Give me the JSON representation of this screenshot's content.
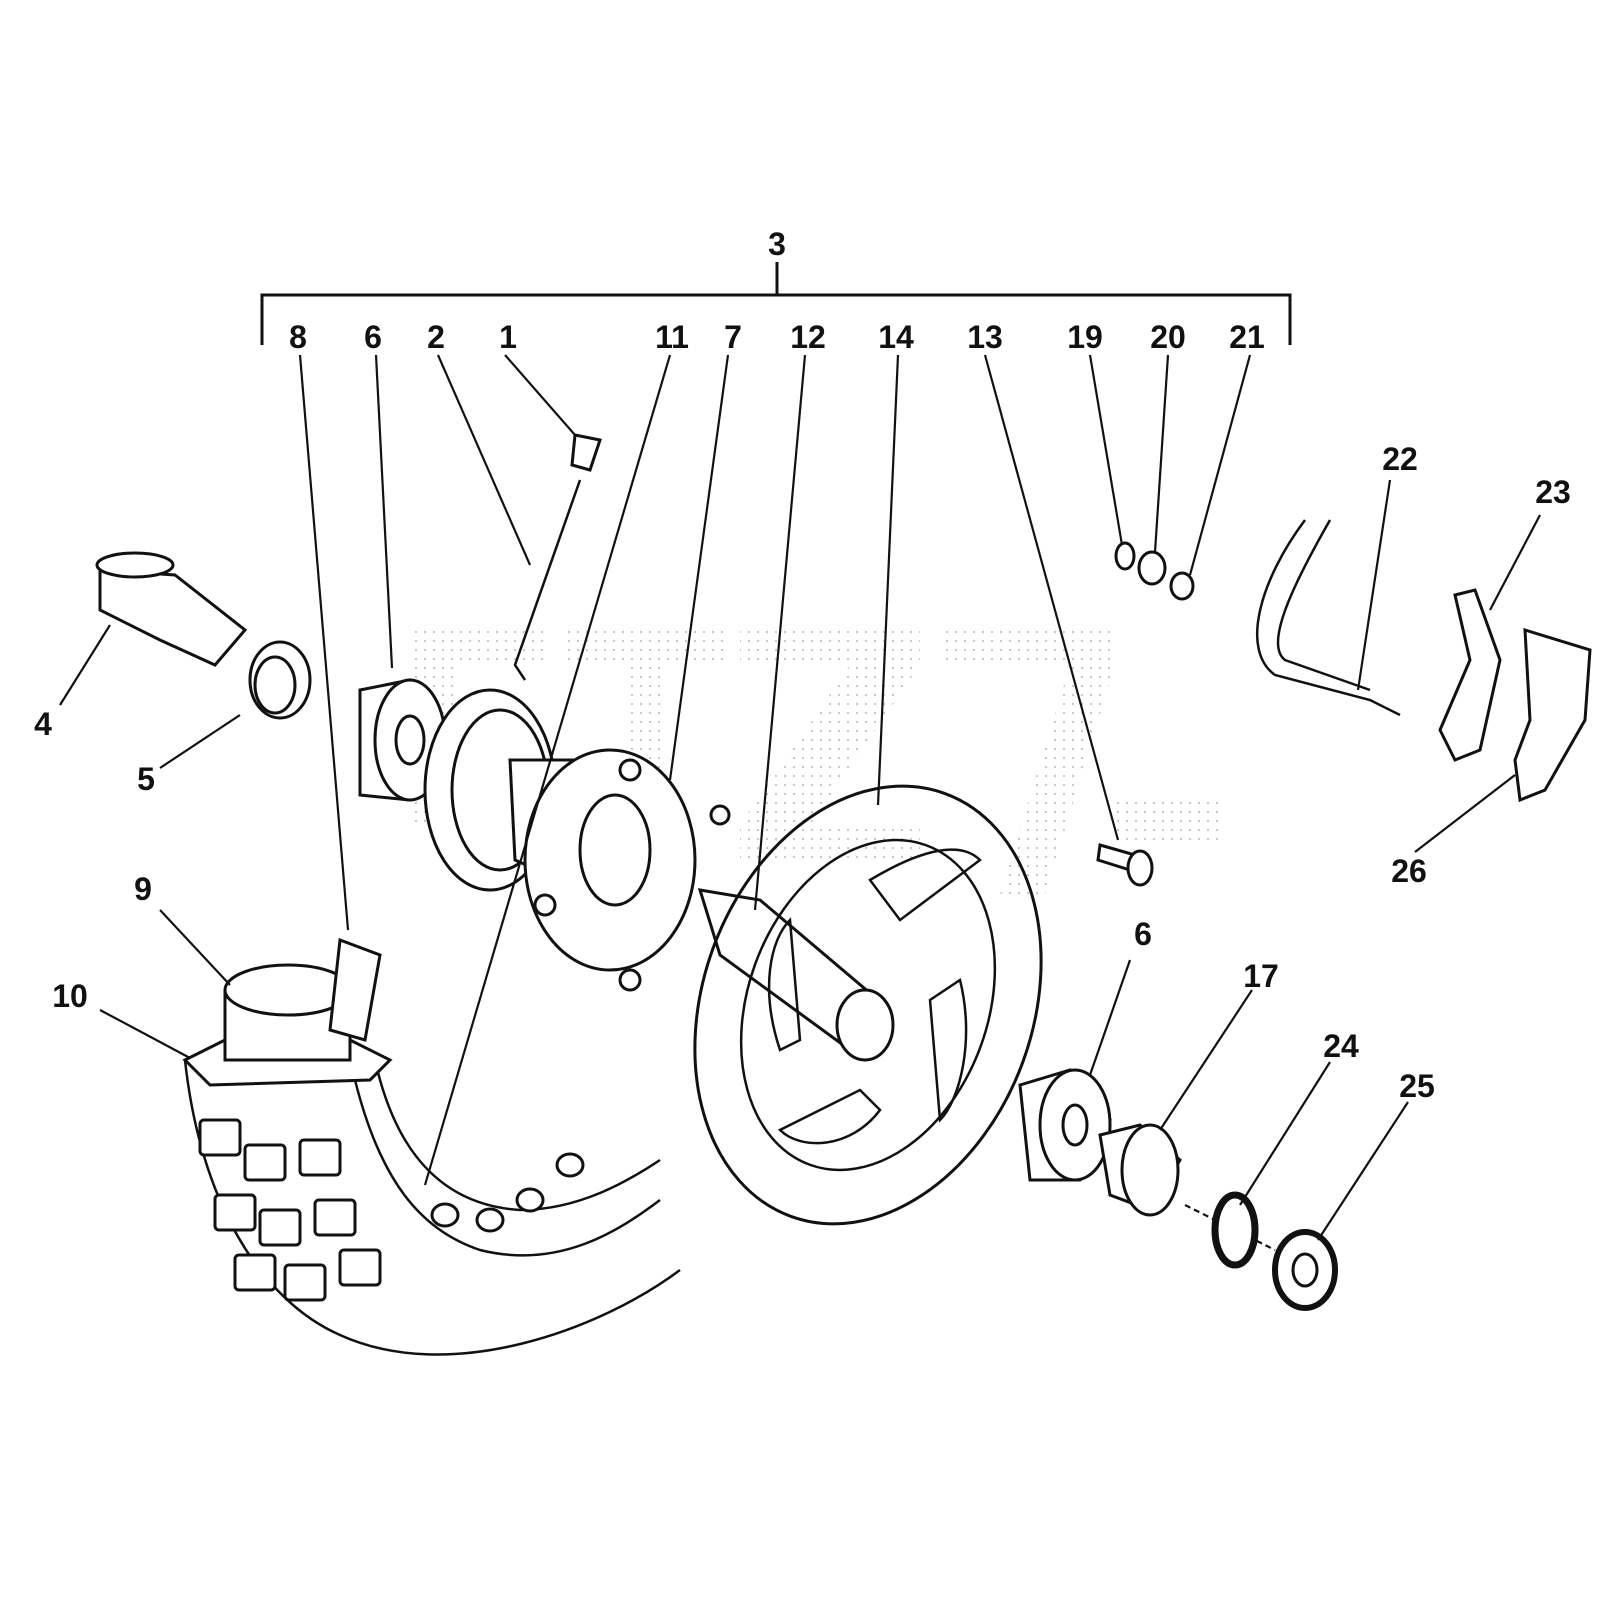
{
  "diagram": {
    "title": "Front wheel exploded parts diagram",
    "accent_color": "#111111",
    "group_label": "3",
    "callouts": [
      {
        "id": "c8",
        "text": "8"
      },
      {
        "id": "c6a",
        "text": "6"
      },
      {
        "id": "c2",
        "text": "2"
      },
      {
        "id": "c1",
        "text": "1"
      },
      {
        "id": "c11",
        "text": "11"
      },
      {
        "id": "c7",
        "text": "7"
      },
      {
        "id": "c12",
        "text": "12"
      },
      {
        "id": "c14",
        "text": "14"
      },
      {
        "id": "c13",
        "text": "13"
      },
      {
        "id": "c19",
        "text": "19"
      },
      {
        "id": "c20",
        "text": "20"
      },
      {
        "id": "c21",
        "text": "21"
      },
      {
        "id": "c22",
        "text": "22"
      },
      {
        "id": "c23",
        "text": "23"
      },
      {
        "id": "c4",
        "text": "4"
      },
      {
        "id": "c5",
        "text": "5"
      },
      {
        "id": "c26",
        "text": "26"
      },
      {
        "id": "c9",
        "text": "9"
      },
      {
        "id": "c10",
        "text": "10"
      },
      {
        "id": "c6b",
        "text": "6"
      },
      {
        "id": "c17",
        "text": "17"
      },
      {
        "id": "c24",
        "text": "24"
      },
      {
        "id": "c25",
        "text": "25"
      }
    ]
  }
}
